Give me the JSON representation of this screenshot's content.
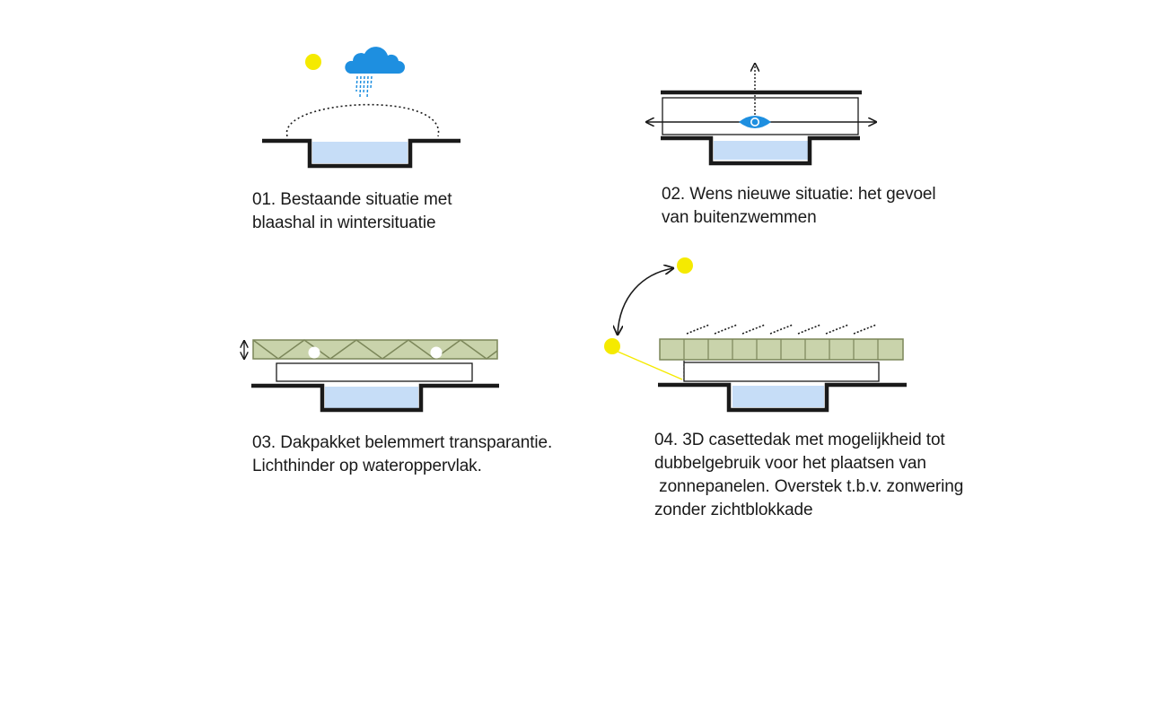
{
  "colors": {
    "sun": "#f5ea00",
    "cloud": "#1e8fe0",
    "water": "#c6ddf7",
    "roof_fill": "#c9d3ab",
    "roof_stroke": "#7b8659",
    "structure": "#1a1a1a",
    "eye": "#1e8fe0"
  },
  "icons": {
    "sun": "sun-icon",
    "cloud": "rain-cloud-icon",
    "eye": "eye-icon",
    "arrow": "arrow-icon"
  },
  "panels": [
    {
      "id": "01",
      "caption": [
        "01. Bestaande situatie met",
        "blaashal in wintersituatie"
      ]
    },
    {
      "id": "02",
      "caption": [
        "02. Wens nieuwe situatie: het gevoel",
        "van buitenzwemmen"
      ]
    },
    {
      "id": "03",
      "caption": [
        "03. Dakpakket belemmert transparantie.",
        "Lichthinder op wateroppervlak."
      ]
    },
    {
      "id": "04",
      "caption": [
        "04. 3D casettedak met mogelijkheid tot",
        "dubbelgebruik voor het plaatsen van",
        " zonnepanelen. Overstek t.b.v. zonwering",
        "zonder zichtblokkade"
      ]
    }
  ]
}
